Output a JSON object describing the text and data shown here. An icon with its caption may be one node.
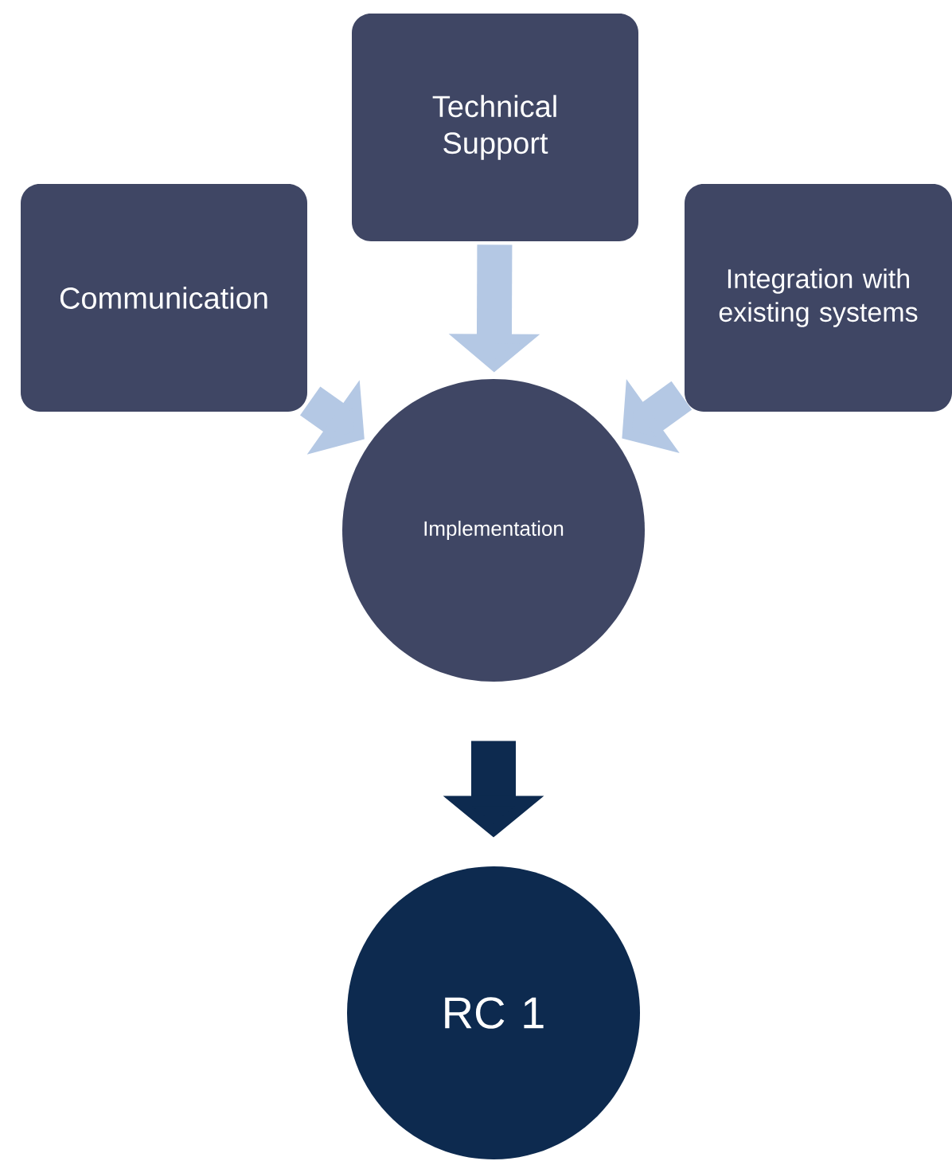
{
  "diagram": {
    "nodes": [
      {
        "text": [
          "Technical Support"
        ]
      },
      {
        "text": [
          "Communication"
        ]
      },
      {
        "text": [
          "Integration with existing systems"
        ]
      },
      {
        "text": [
          "Implementation"
        ]
      },
      {
        "text": [
          "RC 1"
        ]
      }
    ],
    "edges": [
      {
        "from": 0,
        "to": 3,
        "arrow": "to"
      },
      {
        "from": 1,
        "to": 3,
        "arrow": "to"
      },
      {
        "from": 2,
        "to": 3,
        "arrow": "to"
      },
      {
        "from": 3,
        "to": 4,
        "arrow": "to",
        "color": "#0d2a4f"
      }
    ]
  }
}
